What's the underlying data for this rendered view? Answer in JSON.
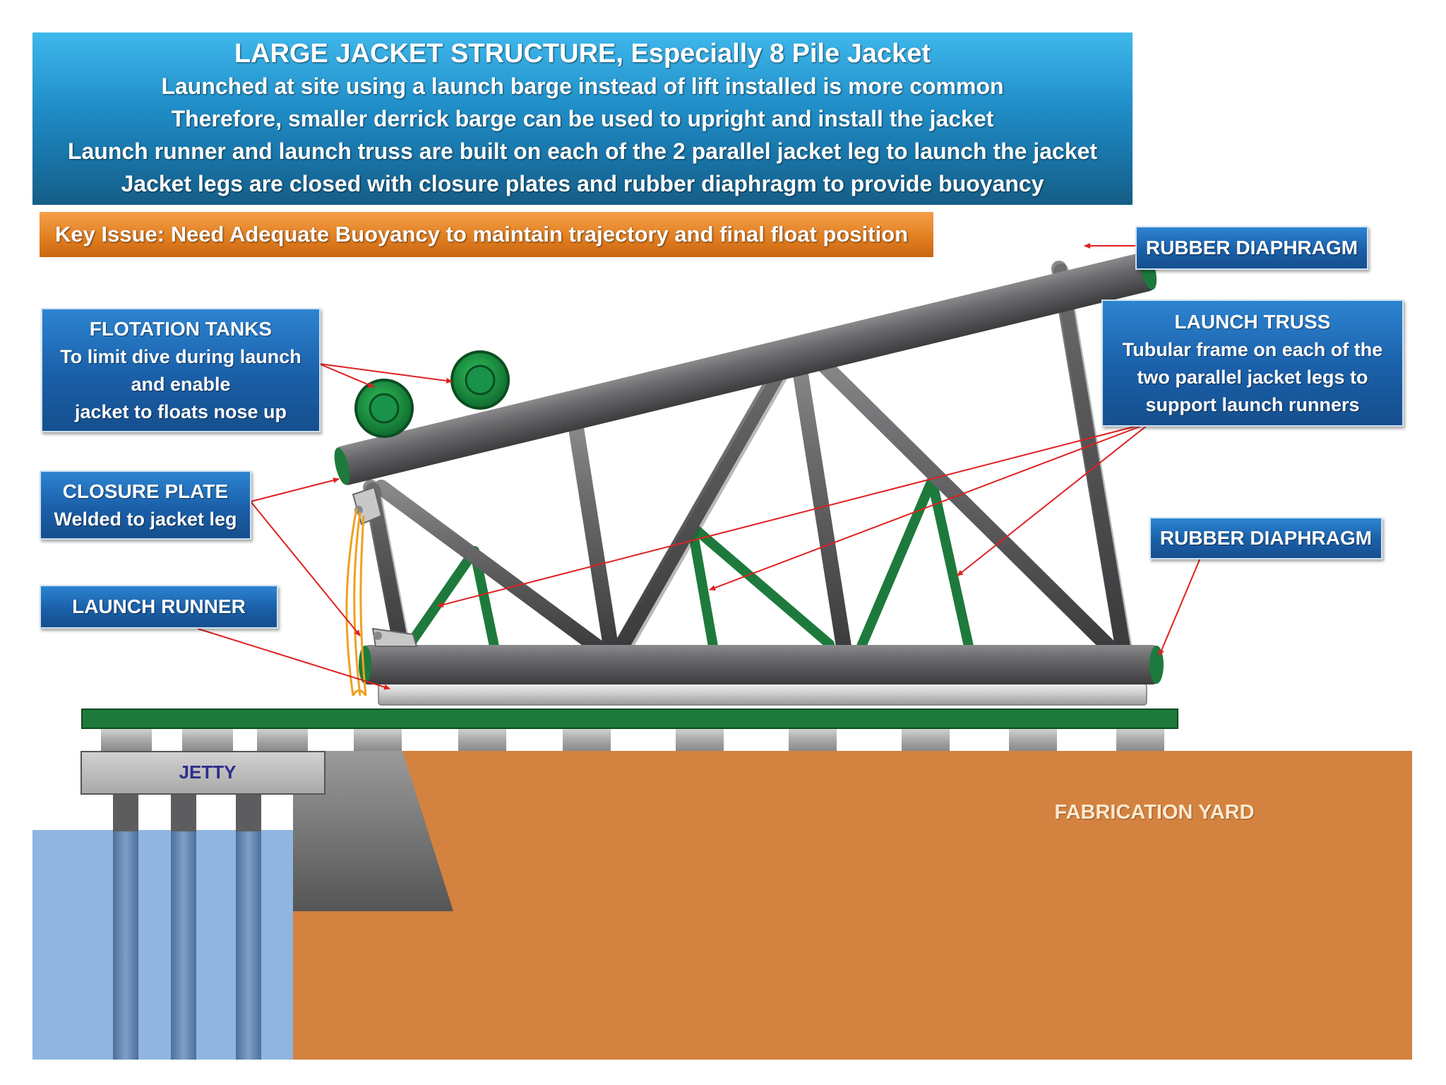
{
  "header": {
    "title": "LARGE JACKET STRUCTURE, Especially 8 Pile Jacket",
    "lines": [
      "Launched at site using a launch barge instead of lift installed is more common",
      "Therefore, smaller derrick barge can be used to upright and install the jacket",
      "Launch runner and launch truss are built on each of the 2 parallel jacket leg to launch the jacket",
      "Jacket legs are closed with closure plates and rubber diaphragm to provide buoyancy"
    ]
  },
  "key_issue": "Key Issue: Need Adequate Buoyancy to maintain trajectory and final float position",
  "labels": {
    "rubber_diaphragm_top": "RUBBER DIAPHRAGM",
    "flotation_tanks": {
      "title": "FLOTATION TANKS",
      "lines": [
        "To limit dive during launch",
        "and enable",
        "jacket to floats nose up"
      ]
    },
    "launch_truss": {
      "title": "LAUNCH TRUSS",
      "lines": [
        "Tubular frame on each of the",
        "two parallel jacket legs to",
        "support launch runners"
      ]
    },
    "closure_plate": {
      "title": "CLOSURE PLATE",
      "line": "Welded to jacket leg"
    },
    "rubber_diaphragm_right": "RUBBER DIAPHRAGM",
    "launch_runner": "LAUNCH RUNNER",
    "jetty": "JETTY",
    "fabrication_yard": "FABRICATION YARD"
  },
  "colors": {
    "steel": "#5b5b5d",
    "truss_green": "#1e7a3c",
    "yard": "#d4823f",
    "water": "#8fb5e0",
    "label_blue": "#1f65b0",
    "key_issue_orange": "#e07d1f"
  }
}
